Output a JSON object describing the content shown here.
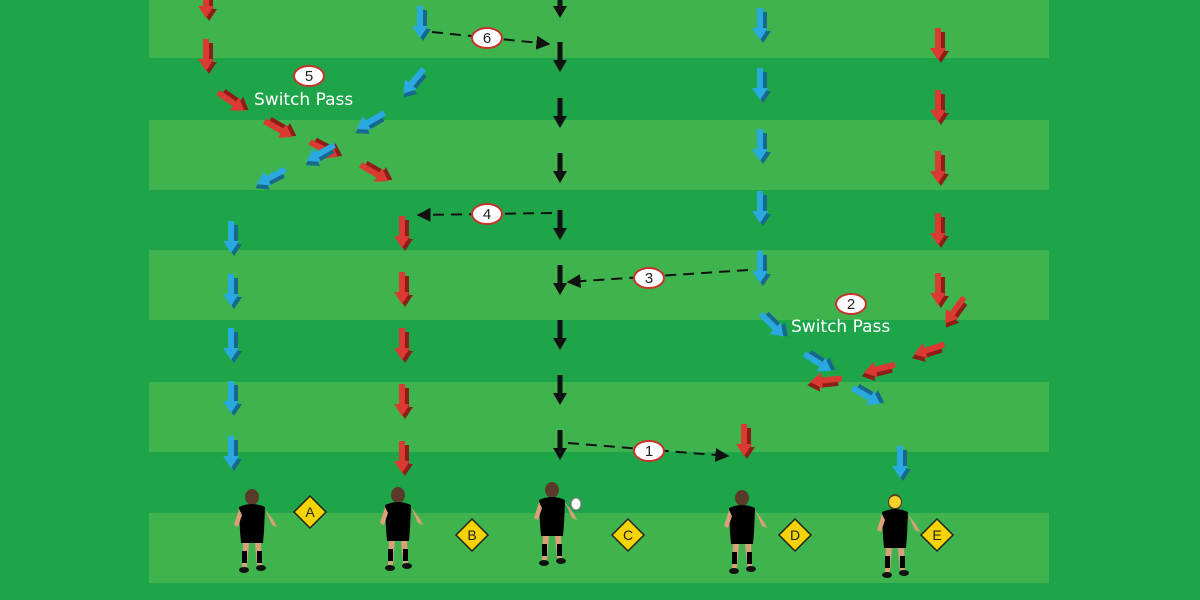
{
  "diagram": {
    "colors": {
      "field_dark": "#1ea54a",
      "field_light": "#3fb34d",
      "team_blue": "#29a9df",
      "team_red": "#d93a32",
      "ball_carrier": "#111111",
      "cone": "#f5d300"
    },
    "cones": [
      {
        "id": "A",
        "label": "A"
      },
      {
        "id": "B",
        "label": "B"
      },
      {
        "id": "C",
        "label": "C"
      },
      {
        "id": "D",
        "label": "D"
      },
      {
        "id": "E",
        "label": "E"
      }
    ],
    "players": [
      {
        "id": "A",
        "team": "blue"
      },
      {
        "id": "B",
        "team": "red"
      },
      {
        "id": "C",
        "team": "black"
      },
      {
        "id": "D",
        "team": "red"
      },
      {
        "id": "E",
        "team": "blue"
      }
    ],
    "passes": [
      {
        "step": "1"
      },
      {
        "step": "2",
        "label": "Switch Pass"
      },
      {
        "step": "3"
      },
      {
        "step": "4"
      },
      {
        "step": "5",
        "label": "Switch Pass"
      },
      {
        "step": "6"
      }
    ]
  }
}
